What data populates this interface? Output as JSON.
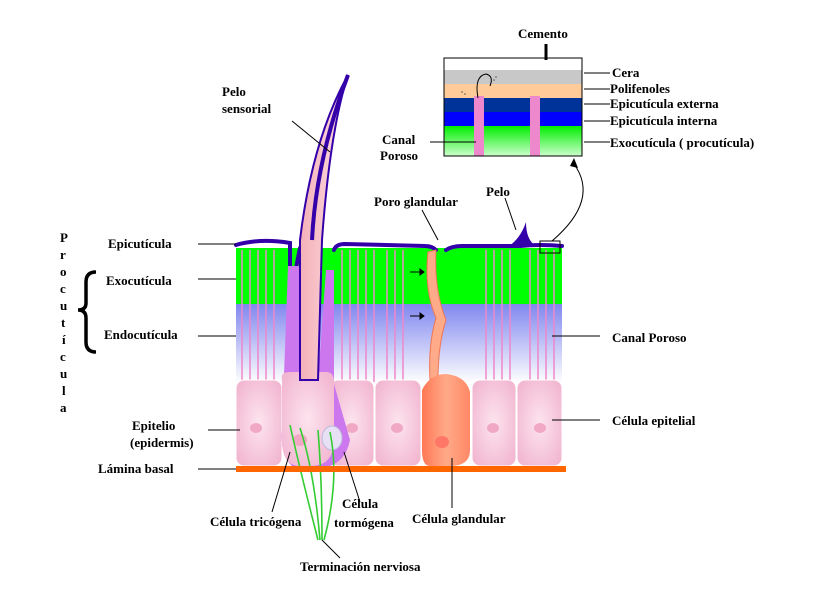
{
  "labels": {
    "cemento": "Cemento",
    "cera": "Cera",
    "polifenoles": "Polifenoles",
    "epicuticula_externa": "Epicutícula externa",
    "epicuticula_interna": "Epicutícula interna",
    "exocuticula_procuticula": "Exocutícula ( procutícula)",
    "canal_poroso_inset_1": "Canal",
    "canal_poroso_inset_2": "Poroso",
    "pelo_sensorial_1": "Pelo",
    "pelo_sensorial_2": "sensorial",
    "poro_glandular": "Poro glandular",
    "pelo": "Pelo",
    "epicuticula": "Epicutícula",
    "exocuticula": "Exocutícula",
    "endocuticula": "Endocutícula",
    "canal_poroso": "Canal Poroso",
    "epitelio_1": "Epitelio",
    "epitelio_2": "(epidermis)",
    "celula_epitelial": "Célula epitelial",
    "lamina_basal": "Lámina basal",
    "celula_tricogena": "Célula tricógena",
    "celula_tormogena_1": "Célula",
    "celula_tormogena_2": "tormógena",
    "celula_glandular": "Célula glandular",
    "terminacion_nerviosa": "Terminación nerviosa",
    "procuticula_vertical": [
      "P",
      "r",
      "o",
      "c",
      "u",
      "t",
      "í",
      "c",
      "u",
      "l",
      "a"
    ]
  },
  "colors": {
    "exocuticle": "#00ff00",
    "endocuticle_top": "#8888ee",
    "epicuticle": "#3300aa",
    "cell": "#f6c8dc",
    "basal_lamina": "#ff6600",
    "hair": "#f8c0c8",
    "socket": "#cc77ee",
    "gland": "#ff8866",
    "nerve": "#33cc33",
    "pore_canal": "#ee88cc",
    "wax": "#c8c8c8",
    "polyphenol": "#ffcc99",
    "outer_epicuticle": "#003399",
    "inner_epicuticle": "#0000ff"
  }
}
